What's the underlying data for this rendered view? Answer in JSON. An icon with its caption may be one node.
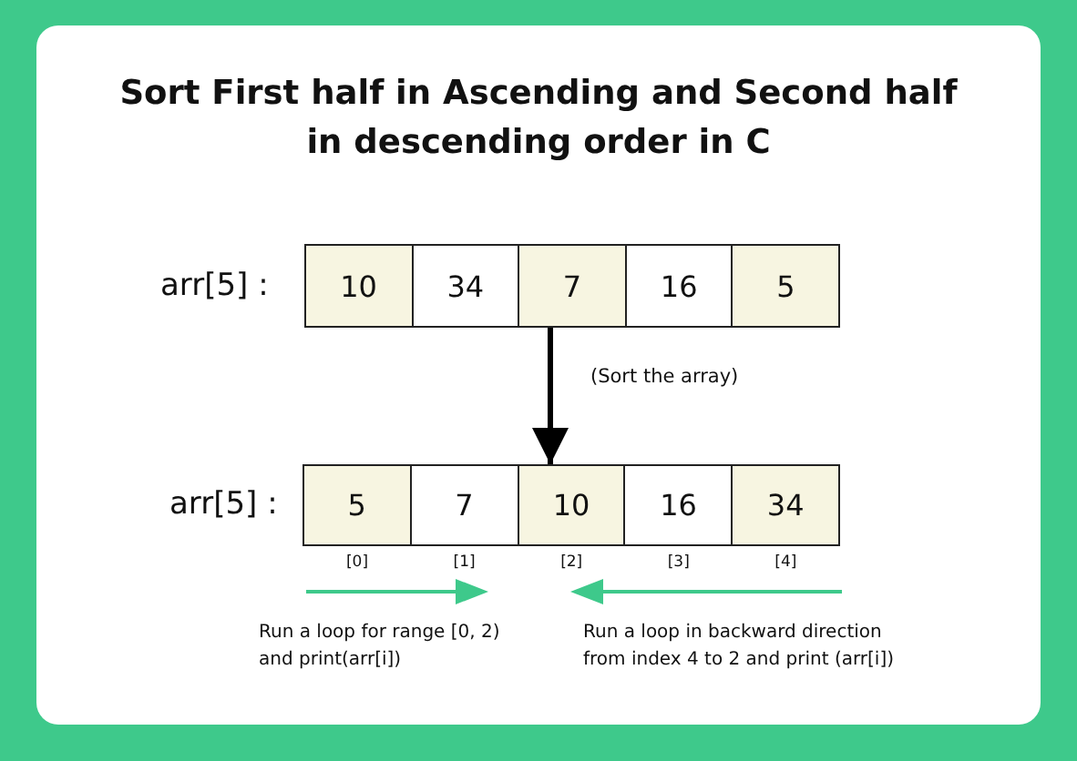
{
  "diagram": {
    "title": "Sort First half in Ascending and Second half in descending order in C",
    "nodes": [
      {
        "text": [
          "10"
        ]
      },
      {
        "text": [
          "34"
        ]
      },
      {
        "text": [
          "7"
        ]
      },
      {
        "text": [
          "16"
        ]
      },
      {
        "text": [
          "5"
        ]
      },
      {
        "text": [
          "5"
        ]
      },
      {
        "text": [
          "7"
        ]
      },
      {
        "text": [
          "10"
        ]
      },
      {
        "text": [
          "16"
        ]
      },
      {
        "text": [
          "34"
        ]
      }
    ],
    "edges": [
      {
        "from": 2,
        "to": 7,
        "arrow": "to",
        "label": "(Sort the array)"
      }
    ],
    "labels": [
      "arr[5] :",
      "arr[5] :",
      "[0]",
      "[1]",
      "[2]",
      "[3]",
      "[4]",
      "Run a loop for range [0, 2) and print(arr[i])",
      "Run a loop in backward direction from index 4 to 2 and print (arr[i])"
    ]
  }
}
